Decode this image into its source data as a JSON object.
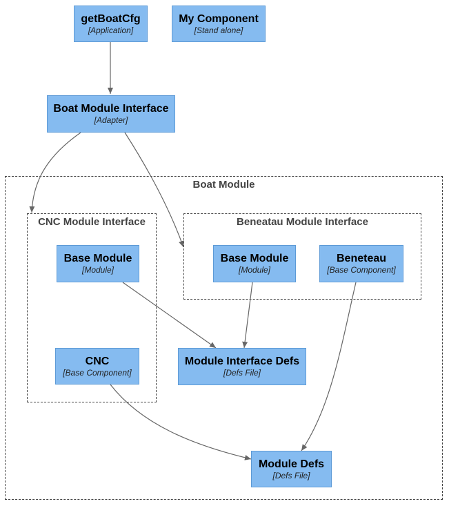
{
  "colors": {
    "node_fill": "#85bbf0",
    "node_border": "#5d9ad6",
    "cluster_border": "#444444",
    "edge": "#666666"
  },
  "nodes": {
    "getBoatCfg": {
      "name": "getBoatCfg",
      "type": "[Application]"
    },
    "myComponent": {
      "name": "My Component",
      "type": "[Stand alone]"
    },
    "boatModuleInterface": {
      "name": "Boat Module Interface",
      "type": "[Adapter]"
    },
    "cncBaseModule": {
      "name": "Base Module",
      "type": "[Module]"
    },
    "cnc": {
      "name": "CNC",
      "type": "[Base Component]"
    },
    "beneBaseModule": {
      "name": "Base Module",
      "type": "[Module]"
    },
    "beneteau": {
      "name": "Beneteau",
      "type": "[Base Component]"
    },
    "moduleInterfaceDefs": {
      "name": "Module Interface Defs",
      "type": "[Defs File]"
    },
    "moduleDefs": {
      "name": "Module Defs",
      "type": "[Defs File]"
    }
  },
  "clusters": {
    "boatModule": "Boat Module",
    "cncModuleInterface": "CNC Module Interface",
    "beneteauModuleInterface": "Beneatau Module Interface"
  },
  "edges": [
    {
      "from": "getBoatCfg",
      "to": "boatModuleInterface"
    },
    {
      "from": "boatModuleInterface",
      "to": "cncModuleInterface"
    },
    {
      "from": "boatModuleInterface",
      "to": "beneteauModuleInterface"
    },
    {
      "from": "cncBaseModule",
      "to": "moduleInterfaceDefs"
    },
    {
      "from": "beneBaseModule",
      "to": "moduleInterfaceDefs"
    },
    {
      "from": "beneteau",
      "to": "moduleDefs"
    },
    {
      "from": "cnc",
      "to": "moduleDefs"
    }
  ]
}
